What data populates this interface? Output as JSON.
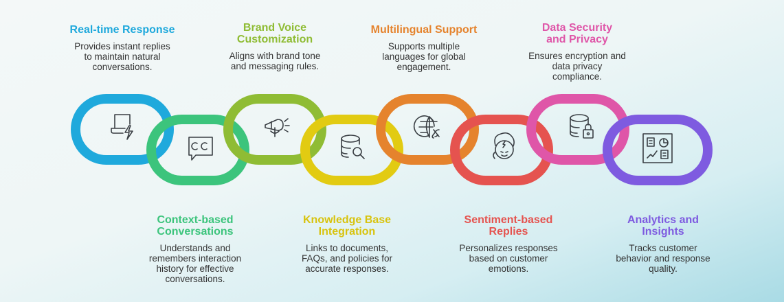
{
  "features": [
    {
      "title": "Real-time Response",
      "desc": "Provides instant replies to maintain natural conversations.",
      "color": "#1fa9dc",
      "icon": "laptop-lightning-icon"
    },
    {
      "title": "Context-based Conversations",
      "desc": "Understands and remembers interaction history for effective conversations.",
      "color": "#3cc47c",
      "icon": "closed-caption-chat-icon"
    },
    {
      "title": "Brand Voice Customization",
      "desc": "Aligns with brand tone and messaging rules.",
      "color": "#8fbc34",
      "icon": "megaphone-icon"
    },
    {
      "title": "Knowledge Base Integration",
      "desc": "Links to documents, FAQs, and policies for accurate responses.",
      "color": "#e2cb12",
      "icon": "database-search-icon"
    },
    {
      "title": "Multilingual Support",
      "desc": "Supports multiple languages for global engagement.",
      "color": "#e5832d",
      "icon": "globe-link-icon"
    },
    {
      "title": "Sentiment-based Replies",
      "desc": "Personalizes responses based on customer emotions.",
      "color": "#e5534f",
      "icon": "emotion-face-icon"
    },
    {
      "title": "Data Security and Privacy",
      "desc": "Ensures encryption and data privacy compliance.",
      "color": "#df56a8",
      "icon": "database-lock-icon"
    },
    {
      "title": "Analytics and Insights",
      "desc": "Tracks customer behavior and response quality.",
      "color": "#7e5be0",
      "icon": "dashboard-icon"
    }
  ]
}
